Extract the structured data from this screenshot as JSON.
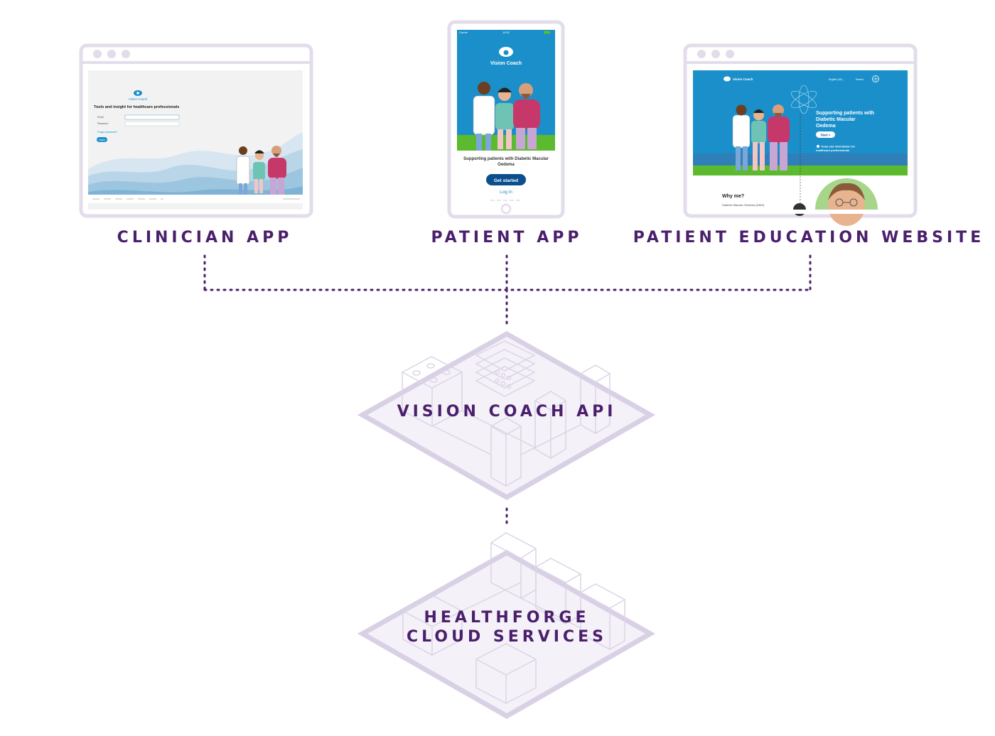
{
  "labels": {
    "clinician_app": "CLINICIAN APP",
    "patient_app": "PATIENT APP",
    "patient_web": "PATIENT EDUCATION WEBSITE",
    "api": "VISION COACH API",
    "cloud_line1": "HEALTHFORGE",
    "cloud_line2": "CLOUD SERVICES"
  },
  "clinician_screen": {
    "brand": "Vision Coach",
    "headline": "Tools and insight for healthcare professionals",
    "email_label": "Email",
    "password_label": "Password",
    "forgot_link": "Forgot password?",
    "login_button": "Log in"
  },
  "patient_screen": {
    "carrier": "Carrier",
    "time": "10:52",
    "brand": "Vision Coach",
    "tagline": "Supporting patients with Diabetic Macular Oedema",
    "get_started": "Get started",
    "log_in": "Log in"
  },
  "web_screen": {
    "brand": "Vision Coach",
    "lang": "English (UK)",
    "search": "Search",
    "hero_line1": "Supporting patients with",
    "hero_line2": "Diabetic Macular",
    "hero_line3": "Oedema",
    "start_button": "Start »",
    "tools_line1": "Tools and information for",
    "tools_line2": "healthcare professionals",
    "why_me": "Why me?",
    "dmo_text": "Diabetic Macular Oedema (DMO)"
  },
  "colors": {
    "label": "#4a1f6b",
    "frame": "#e3dcea",
    "brand_blue": "#1a8fca",
    "button_navy": "#0b4f8c",
    "grass": "#5cba2e",
    "platform_fill": "#f4f1f8",
    "platform_stroke": "#d9d0e5"
  }
}
